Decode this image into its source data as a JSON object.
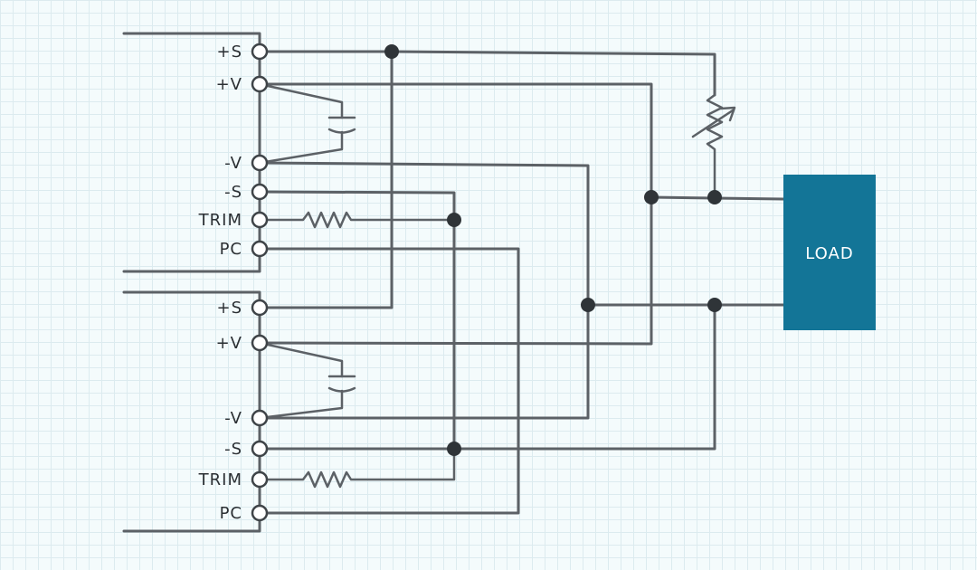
{
  "module_pins": [
    "+S",
    "+V",
    "-V",
    "-S",
    "TRIM",
    "PC"
  ],
  "load": {
    "label": "LOAD",
    "color": "#137597"
  },
  "colors": {
    "wire": "#5c6166",
    "terminal_fill": "#ffffff",
    "junction": "#2f3438"
  }
}
